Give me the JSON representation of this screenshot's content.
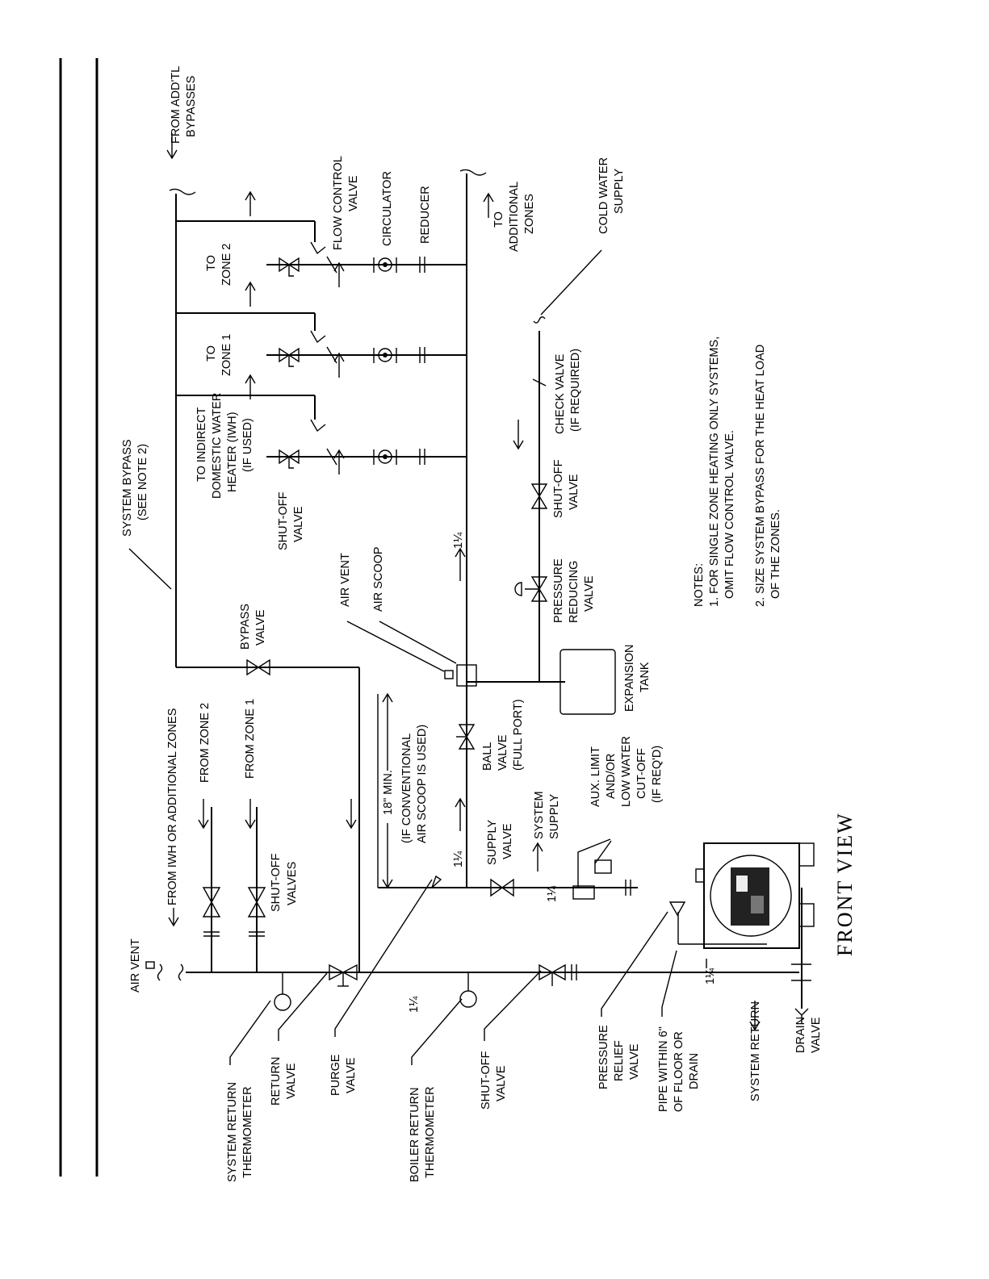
{
  "page_title": "FRONT VIEW",
  "labels": {
    "air_vent_return": "AIR VENT",
    "from_iwh": "FROM IWH OR ADDITIONAL ZONES",
    "from_zone_2": "FROM ZONE 2",
    "from_zone_1": "FROM ZONE 1",
    "shutoff_valves_1": "SHUT-OFF",
    "shutoff_valves_2": "VALVES",
    "system_return_therm_1": "SYSTEM RETURN",
    "system_return_therm_2": "THERMOMETER",
    "return_valve_1": "RETURN",
    "return_valve_2": "VALVE",
    "purge_valve_1": "PURGE",
    "purge_valve_2": "VALVE",
    "boiler_return_therm_1": "BOILER RETURN",
    "boiler_return_therm_2": "THERMOMETER",
    "shutoff_valve_ret_1": "SHUT-OFF",
    "shutoff_valve_ret_2": "VALVE",
    "prv_1": "PRESSURE",
    "prv_2": "RELIEF",
    "prv_3": "VALVE",
    "pipe_within_1": "PIPE WITHIN 6\"",
    "pipe_within_2": "OF FLOOR OR",
    "pipe_within_3": "DRAIN",
    "system_return": "SYSTEM RETURN",
    "drain_valve_1": "DRAIN",
    "drain_valve_2": "VALVE",
    "bypass_valve_1": "BYPASS",
    "bypass_valve_2": "VALVE",
    "system_bypass_1": "SYSTEM BYPASS",
    "system_bypass_2": "(SEE NOTE 2)",
    "min_18": "18\"  MIN.",
    "if_conv_1": "(IF CONVENTIONAL",
    "if_conv_2": "AIR SCOOP IS USED)",
    "supply_valve_1": "SUPPLY",
    "supply_valve_2": "VALVE",
    "system_supply_1": "SYSTEM",
    "system_supply_2": "SUPPLY",
    "aux_1": "AUX. LIMIT",
    "aux_2": "AND/OR",
    "aux_3": "LOW WATER",
    "aux_4": "CUT-OFF",
    "aux_5": "(IF REQ'D)",
    "ball_1": "BALL",
    "ball_2": "VALVE",
    "ball_3": "(FULL PORT)",
    "air_vent_supply": "AIR VENT",
    "air_scoop": "AIR SCOOP",
    "exp_1": "EXPANSION",
    "exp_2": "TANK",
    "prv2_1": "PRESSURE",
    "prv2_2": "REDUCING",
    "prv2_3": "VALVE",
    "shutoff_cw_1": "SHUT-OFF",
    "shutoff_cw_2": "VALVE",
    "check_1": "CHECK VALVE",
    "check_2": "(IF REQUIRED)",
    "cold_1": "COLD WATER",
    "cold_2": "SUPPLY",
    "iwh_1": "TO INDIRECT",
    "iwh_2": "DOMESTIC WATER",
    "iwh_3": "HEATER (IWH)",
    "iwh_4": "(IF USED)",
    "shutoff_zone_1": "SHUT-OFF",
    "shutoff_zone_2": "VALVE",
    "to_zone1_1": "TO",
    "to_zone1_2": "ZONE 1",
    "to_zone2_1": "TO",
    "to_zone2_2": "ZONE 2",
    "flow_1": "FLOW CONTROL",
    "flow_2": "VALVE",
    "circulator": "CIRCULATOR",
    "reducer": "REDUCER",
    "to_add_1": "TO",
    "to_add_2": "ADDITIONAL",
    "to_add_3": "ZONES",
    "from_add_1": "FROM ADD'TL",
    "from_add_2": "BYPASSES",
    "notes_title": "NOTES:",
    "note1_1": "1. FOR SINGLE ZONE HEATING ONLY SYSTEMS,",
    "note1_2": "OMIT FLOW CONTROL VALVE.",
    "note2_1": "2. SIZE SYSTEM BYPASS FOR THE HEAT LOAD",
    "note2_2": "OF THE ZONES.",
    "size": "1¼"
  }
}
